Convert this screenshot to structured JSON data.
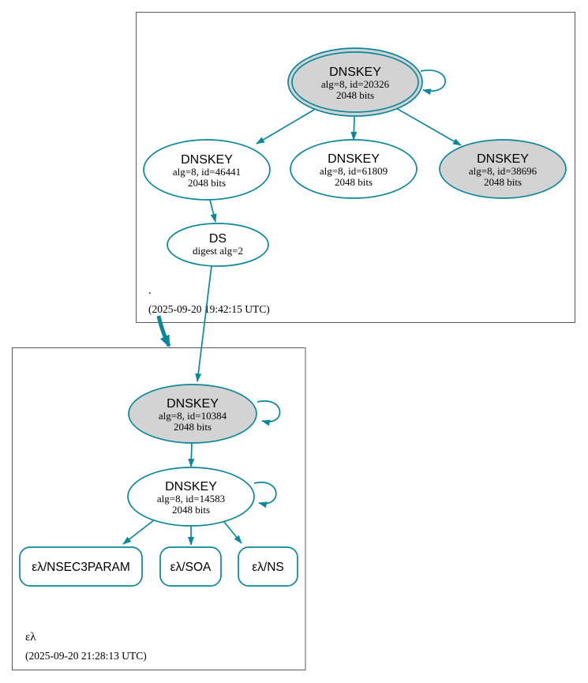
{
  "colors": {
    "accent": "#0a879a",
    "node_fill_gray": "#d3d3d3",
    "node_fill_white": "#ffffff",
    "cluster_border": "#5a5a5a"
  },
  "clusters": {
    "root": {
      "zone_label": ".",
      "timestamp": "(2025-09-20 19:42:15 UTC)"
    },
    "el": {
      "zone_label": "ελ",
      "timestamp": "(2025-09-20 21:28:13 UTC)"
    }
  },
  "nodes": {
    "ksk20326": {
      "title": "DNSKEY",
      "detail1": "alg=8, id=20326",
      "detail2": "2048 bits"
    },
    "key46441": {
      "title": "DNSKEY",
      "detail1": "alg=8, id=46441",
      "detail2": "2048 bits"
    },
    "key61809": {
      "title": "DNSKEY",
      "detail1": "alg=8, id=61809",
      "detail2": "2048 bits"
    },
    "key38696": {
      "title": "DNSKEY",
      "detail1": "alg=8, id=38696",
      "detail2": "2048 bits"
    },
    "ds": {
      "title": "DS",
      "detail1": "digest alg=2"
    },
    "key10384": {
      "title": "DNSKEY",
      "detail1": "alg=8, id=10384",
      "detail2": "2048 bits"
    },
    "key14583": {
      "title": "DNSKEY",
      "detail1": "alg=8, id=14583",
      "detail2": "2048 bits"
    },
    "nsec3param": {
      "label": "ελ/NSEC3PARAM"
    },
    "soa": {
      "label": "ελ/SOA"
    },
    "ns": {
      "label": "ελ/NS"
    }
  }
}
